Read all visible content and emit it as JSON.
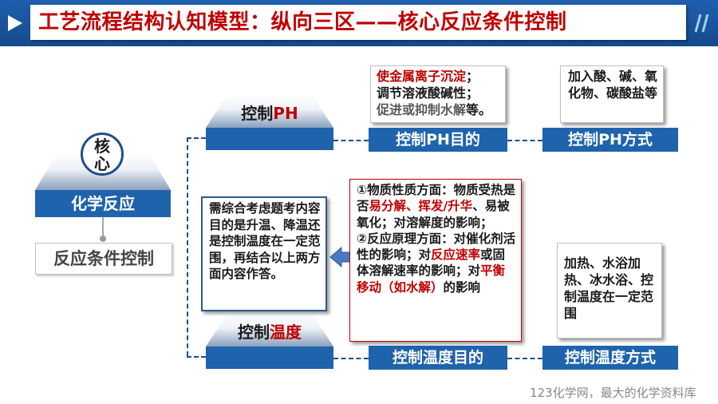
{
  "title": "工艺流程结构认知模型：纵向三区——核心反应条件控制",
  "core": {
    "circle_line1": "核",
    "circle_line2": "心",
    "bar_label": "化学反应",
    "sub_label": "反应条件控制"
  },
  "ph": {
    "label_prefix": "控制",
    "label_highlight": "PH",
    "purpose_bar": "控制PH目的",
    "method_bar": "控制PH方式",
    "purpose_lines": {
      "l1": "使金属离子沉淀",
      "l1_end": "；",
      "l2": "调节溶液酸碱性；",
      "l3": "促进或抑制水解",
      "l3_end": "等。"
    },
    "method_text": "加入酸、碱、氧化物、碳酸盐等"
  },
  "temp": {
    "label_prefix": "控制",
    "label_highlight": "温度",
    "purpose_bar": "控制温度目的",
    "method_bar": "控制温度方式",
    "note_text": "需综合考虑题考内容目的是升温、降温还是控制温度在一定范围，再结合以上两方面内容作答。",
    "purpose_parts": {
      "p1": "①物质性质方面：物质受热是否",
      "p2": "易分解、挥发/升华",
      "p3": "、易被氧化；对溶解度的影响；",
      "p4": "②反应原理方面：对催化剂活性的影响；对",
      "p5": "反应速率",
      "p6": "或固体溶解速率的影响；对",
      "p7": "平衡移动（如水解）",
      "p8": "的影响"
    },
    "method_text": "加热、水浴加热、冰水浴、控制温度在一定范围"
  },
  "watermark": "123化学网，最大的化学资料库",
  "colors": {
    "title_bar": "#1f5fae",
    "bar_blue": "#1f63ad",
    "highlight_red": "#c00000",
    "connector": "#1f4e8a"
  },
  "icons": {
    "title_left": "play-triangle-icon",
    "title_right": "double-slash-icon",
    "arrow": "left-arrow-icon"
  }
}
